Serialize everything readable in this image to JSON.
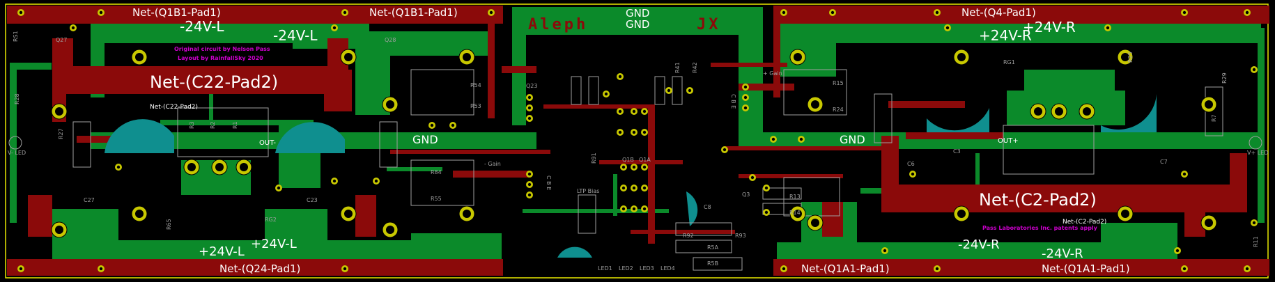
{
  "colors": {
    "background": "#000000",
    "board_outline": "#e8e800",
    "top_copper": "#8b0a0a",
    "bottom_copper": "#0b8a2a",
    "via_fill": "#c8c800",
    "via_hole": "#000000",
    "silkscreen": "#a0a0a0",
    "capacitor": "#0f8f8f",
    "title_text": "#8b0a0a",
    "credits_text": "#cc00cc",
    "net_label": "#ffffff"
  },
  "title": {
    "aleph": "Aleph",
    "jx": "JX"
  },
  "credits": {
    "line1": "Original circuit by Nelson Pass",
    "line2": "Layout by RainfallSky  2020",
    "patents": "Pass Laboratories Inc. patents apply"
  },
  "nets": {
    "q1b1_left": "Net-(Q1B1-Pad1)",
    "q1b1_mid": "Net-(Q1B1-Pad1)",
    "q4_right": "Net-(Q4-Pad1)",
    "gnd_top_a": "GND",
    "gnd_top_b": "GND",
    "neg24_left_a": "-24V-L",
    "neg24_left_b": "-24V-L",
    "pos24_right_a": "+24V-R",
    "pos24_right_b": "+24V-R",
    "c22_left": "Net-(C22-Pad2)",
    "c22_left_small": "Net-(C22-Pad2)",
    "c2_right": "Net-(C2-Pad2)",
    "c2_right_small": "Net-(C2-Pad2)",
    "gnd_left": "GND",
    "gnd_right": "GND",
    "out_neg": "OUT-",
    "out_pos": "OUT+",
    "pos24_left_a": "+24V-L",
    "pos24_left_b": "+24V-L",
    "neg24_right_a": "-24V-R",
    "neg24_right_b": "-24V-R",
    "q24_left": "Net-(Q24-Pad1)",
    "q1a1_mid": "Net-(Q1A1-Pad1)",
    "q1a1_right": "Net-(Q1A1-Pad1)"
  },
  "refs": {
    "rs1": "RS1",
    "q27": "Q27",
    "q28": "Q28",
    "r28": "R28",
    "r27": "R27",
    "c27": "C27",
    "r3": "R3",
    "r2": "R2",
    "r1": "R1",
    "rg2": "RG2",
    "c23": "C23",
    "r65": "R65",
    "r54": "R54",
    "r53": "R53",
    "r84": "R84",
    "r55": "R55",
    "q23": "Q23",
    "gain_l": "- Gain",
    "gain_r": "+ Gain",
    "cbe_l": "C B E",
    "cbe_r": "C B E",
    "r41": "R41",
    "r42": "R42",
    "r91": "R91",
    "r92": "R92",
    "r93": "R93",
    "q1b": "Q1B",
    "q1a": "Q1A",
    "q3": "Q3",
    "c8": "C8",
    "ltp_bias": "LTP Bias",
    "r5a": "R5A",
    "r5b": "R5B",
    "led1": "LED1",
    "led2": "LED2",
    "led3": "LED3",
    "led4": "LED4",
    "r13": "R13",
    "r14": "R14",
    "r15": "R15",
    "r24": "R24",
    "rg1": "RG1",
    "r25": "R25",
    "c3": "C3",
    "c6": "C6",
    "c7": "C7",
    "r7": "R7",
    "r11": "R11",
    "r29": "R29",
    "led_v_minus": "V- LED",
    "led_v_plus": "V+ LED"
  }
}
